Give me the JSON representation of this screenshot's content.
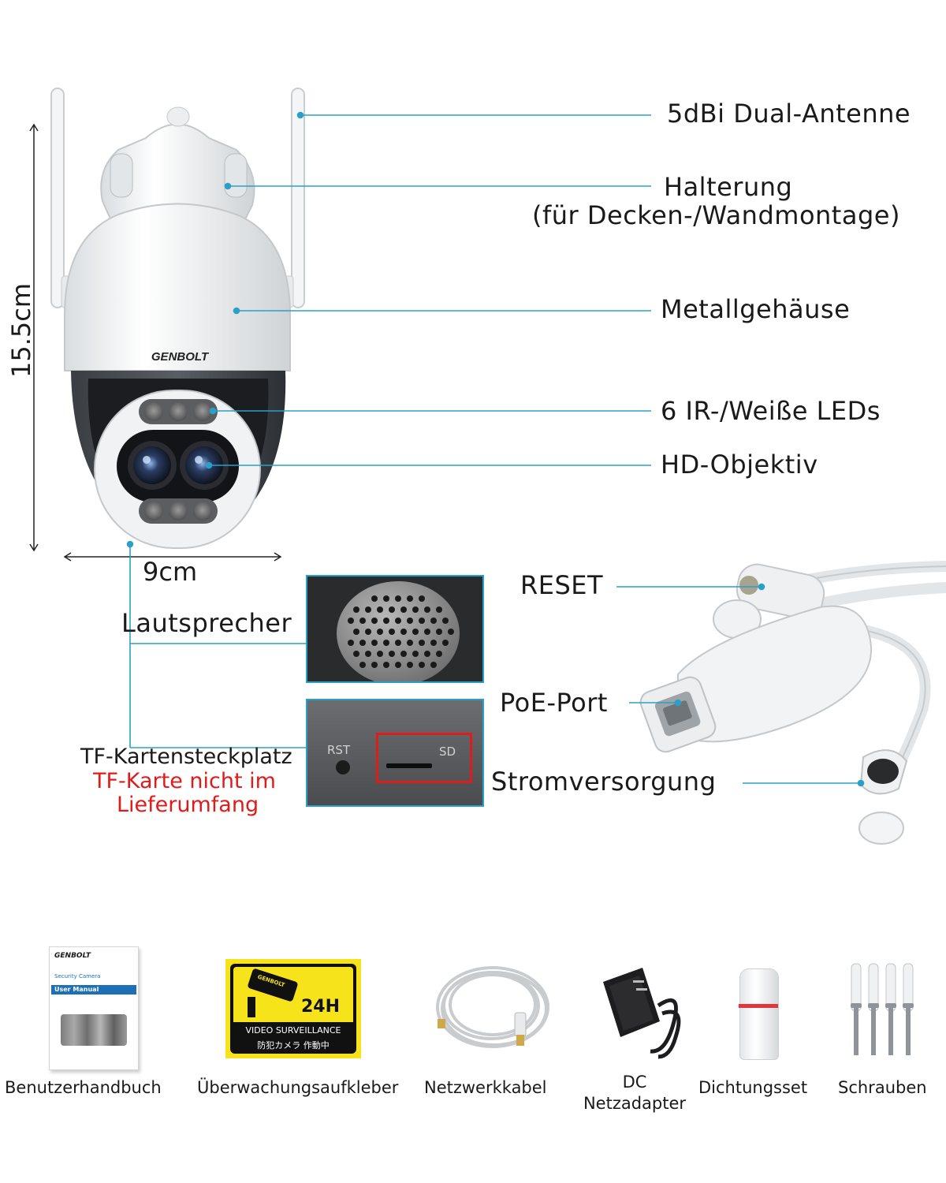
{
  "brand": {
    "logo": "GENBOLT",
    "accent_color": "#2aa0c8",
    "warning_color": "#e01b1b"
  },
  "dimensions": {
    "height": "15.5cm",
    "width": "9cm"
  },
  "callouts": {
    "antenna": "5dBi Dual-Antenne",
    "mount_line1": "Halterung",
    "mount_line2": "(für Decken-/Wandmontage)",
    "housing": "Metallgehäuse",
    "leds": "6 IR-/Weiße LEDs",
    "lens": "HD-Objektiv",
    "speaker": "Lautsprecher",
    "tf_slot": "TF-Kartensteckplatz",
    "tf_note_line1": "TF-Karte nicht im",
    "tf_note_line2": "Lieferumfang",
    "reset": "RESET",
    "poe": "PoE-Port",
    "power": "Stromversorgung"
  },
  "slot_panel": {
    "rst": "RST",
    "sd": "SD"
  },
  "accessories": {
    "manual": {
      "label": "Benutzerhandbuch",
      "cover_logo": "GENBOLT",
      "cover_line1": "Security Camera",
      "cover_line2": "User Manual"
    },
    "sticker": {
      "label": "Überwachungsaufkleber",
      "badge": "24H",
      "line1": "VIDEO SURVEILLANCE",
      "line2": "防犯カメラ 作動中",
      "logo": "GENBOLT"
    },
    "cable": {
      "label": "Netzwerkkabel"
    },
    "adapter": {
      "label_line1": "DC",
      "label_line2": "Netzadapter"
    },
    "seal": {
      "label": "Dichtungsset"
    },
    "screws": {
      "label": "Schrauben"
    }
  }
}
